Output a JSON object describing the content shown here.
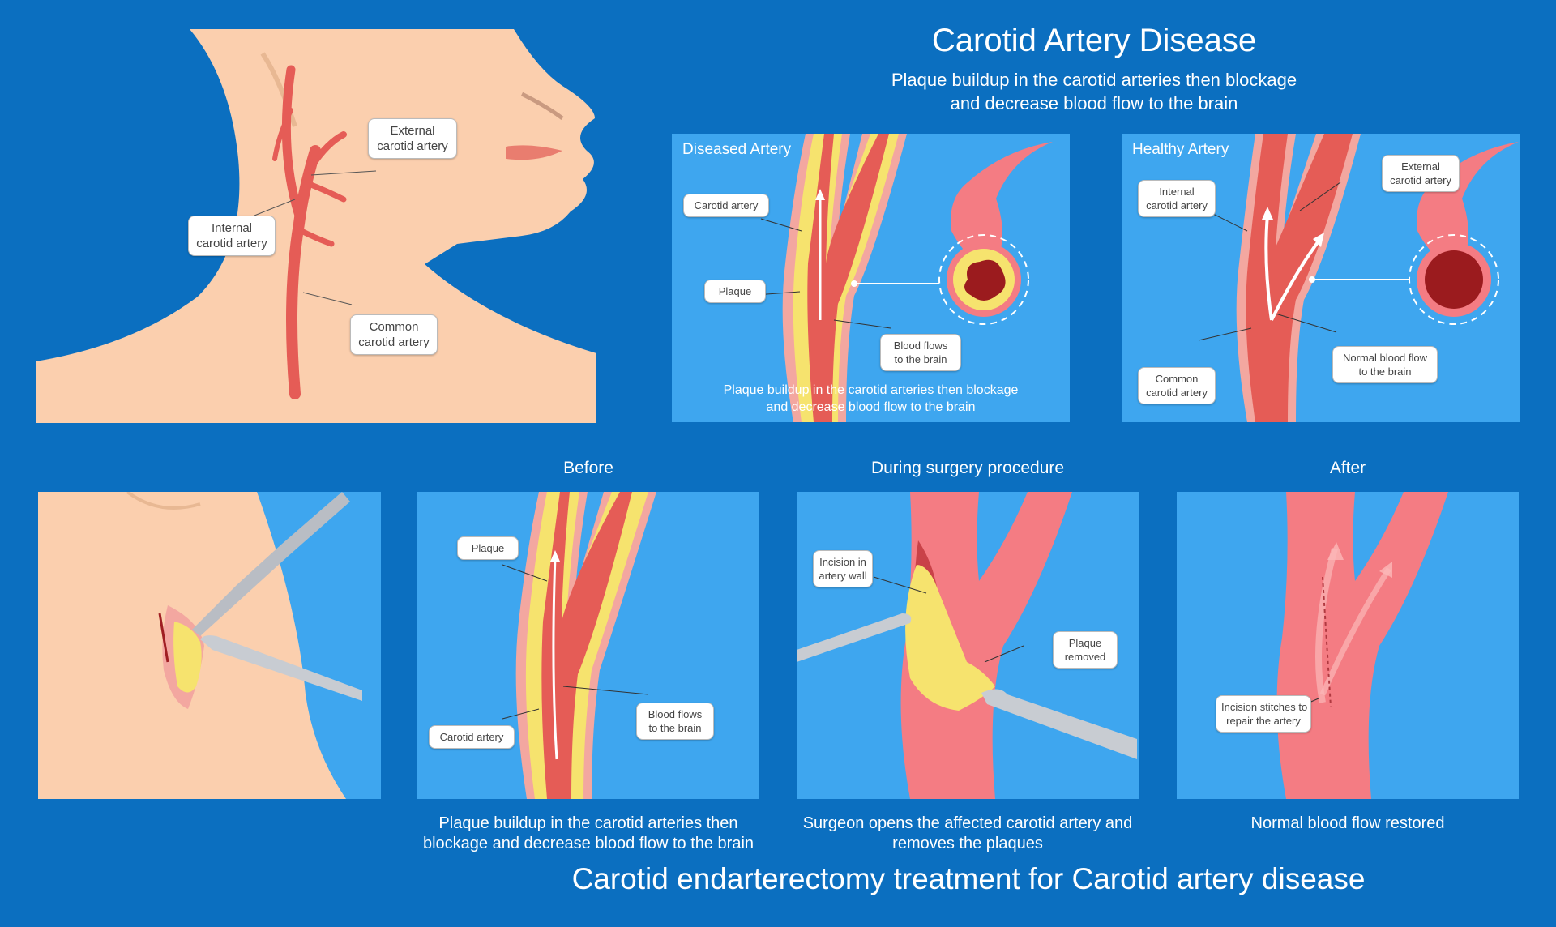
{
  "header": {
    "title": "Carotid Artery Disease",
    "subtitle_line1": "Plaque buildup in the carotid arteries then blockage",
    "subtitle_line2": "and decrease blood flow to the brain"
  },
  "neck_panel": {
    "labels": {
      "external": [
        "External",
        "carotid artery"
      ],
      "internal": [
        "Internal",
        "carotid artery"
      ],
      "common": [
        "Common",
        "carotid artery"
      ]
    }
  },
  "diseased_panel": {
    "title": "Diseased Artery",
    "labels": {
      "carotid": "Carotid artery",
      "plaque": "Plaque",
      "blood": [
        "Blood flows",
        "to the brain"
      ]
    },
    "overlay_line1": "Plaque buildup in the carotid arteries then blockage",
    "overlay_line2": "and decrease blood flow to the brain"
  },
  "healthy_panel": {
    "title": "Healthy Artery",
    "labels": {
      "internal": [
        "Internal",
        "carotid artery"
      ],
      "external": [
        "External",
        "carotid artery"
      ],
      "common": [
        "Common",
        "carotid artery"
      ],
      "normal": [
        "Normal blood flow",
        "to the brain"
      ]
    }
  },
  "steps": {
    "before": {
      "title": "Before",
      "labels": {
        "plaque": "Plaque",
        "carotid": "Carotid artery",
        "blood": [
          "Blood flows",
          "to the brain"
        ]
      },
      "caption_line1": "Plaque buildup in the carotid arteries then",
      "caption_line2": "blockage and decrease blood flow to the brain"
    },
    "during": {
      "title": "During surgery procedure",
      "labels": {
        "incision": [
          "Incision in",
          "artery wall"
        ],
        "removed": [
          "Plaque",
          "removed"
        ]
      },
      "caption_line1": "Surgeon opens the affected carotid artery and",
      "caption_line2": "removes the plaques"
    },
    "after": {
      "title": "After",
      "labels": {
        "stitches": [
          "Incision stitches to",
          "repair the artery"
        ]
      },
      "caption_line1": "Normal blood flow restored"
    }
  },
  "footer": {
    "title": "Carotid endarterectomy treatment for Carotid artery disease"
  },
  "colors": {
    "background": "#0b6fc0",
    "panel_blue": "#3ea6ef",
    "skin": "#fbcfae",
    "artery": "#e55c56",
    "plaque": "#f6e36e"
  }
}
